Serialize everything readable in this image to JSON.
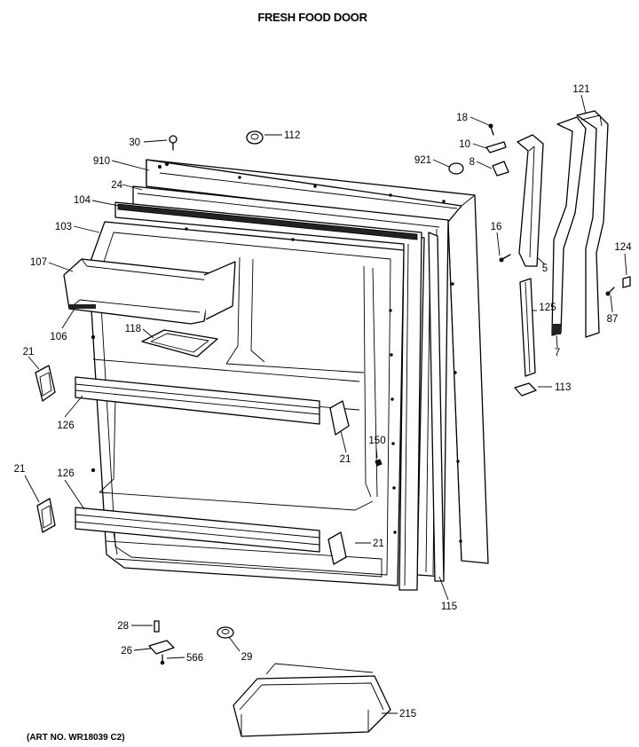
{
  "title": "FRESH FOOD DOOR",
  "art_no": "(ART NO. WR18039 C2)",
  "callouts": {
    "c30": "30",
    "c112": "112",
    "c910": "910",
    "c24": "24",
    "c104": "104",
    "c103": "103",
    "c107": "107",
    "c106": "106",
    "c118": "118",
    "c21a": "21",
    "c21b": "21",
    "c21c": "21",
    "c21d": "21",
    "c126a": "126",
    "c126b": "126",
    "c150": "150",
    "c115": "115",
    "c18": "18",
    "c10": "10",
    "c921": "921",
    "c8": "8",
    "c16": "16",
    "c5": "5",
    "c121": "121",
    "c124": "124",
    "c125": "125",
    "c87": "87",
    "c7": "7",
    "c113": "113",
    "c28": "28",
    "c26": "26",
    "c566": "566",
    "c29": "29",
    "c215": "215"
  }
}
